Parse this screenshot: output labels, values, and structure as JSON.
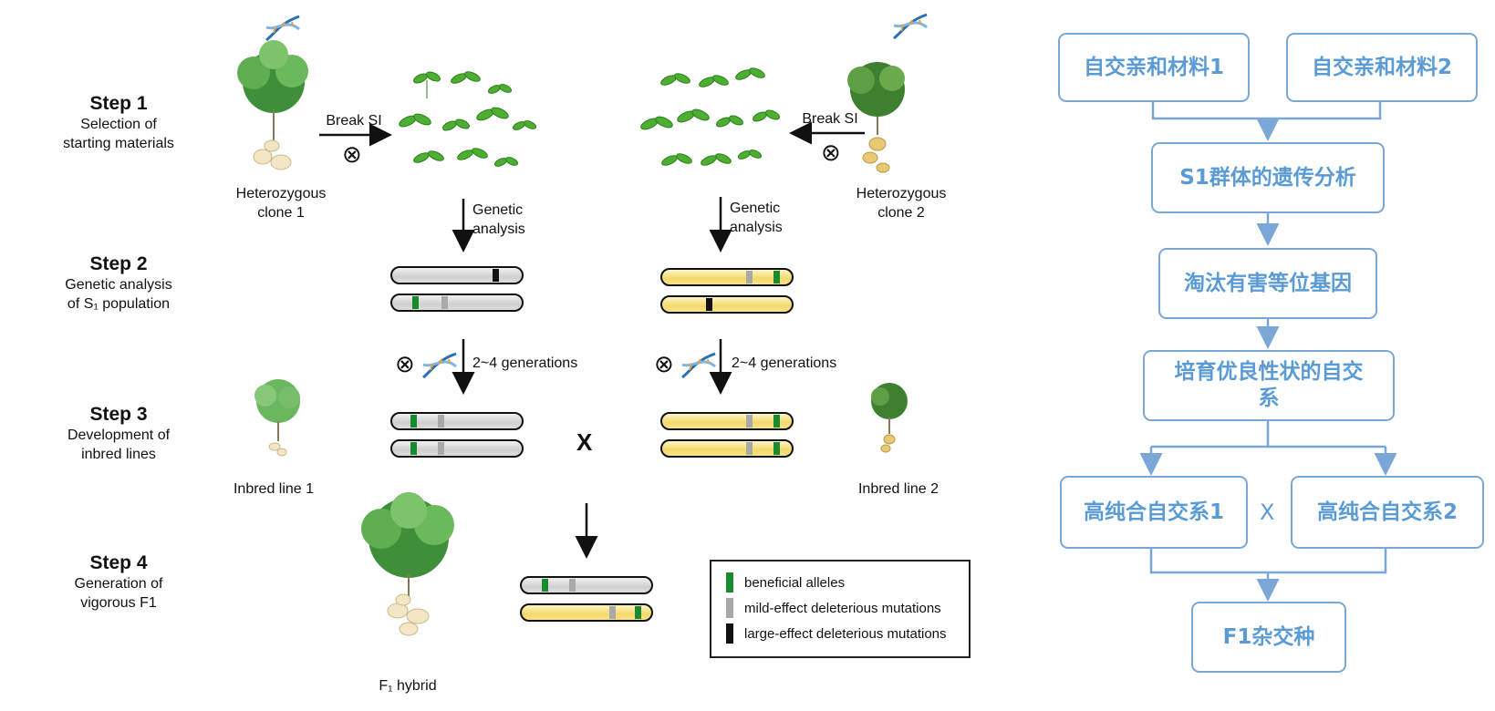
{
  "steps": [
    {
      "title": "Step 1",
      "subtitle": "Selection of\nstarting materials"
    },
    {
      "title": "Step 2",
      "subtitle": "Genetic analysis\nof S₁ population"
    },
    {
      "title": "Step 3",
      "subtitle": "Development of\ninbred lines"
    },
    {
      "title": "Step 4",
      "subtitle": "Generation of\nvigorous F1"
    }
  ],
  "labels": {
    "clone1": "Heterozygous\nclone 1",
    "clone2": "Heterozygous\nclone 2",
    "break_si": "Break SI",
    "genetic_analysis": "Genetic\nanalysis",
    "generations": "2~4 generations",
    "cross": "X",
    "inbred1": "Inbred line 1",
    "inbred2": "Inbred line 2",
    "f1_hybrid": "F₁ hybrid",
    "self_symbol": "⊗"
  },
  "legend": [
    {
      "label": "beneficial alleles",
      "color": "#1a8a2e"
    },
    {
      "label": "mild-effect deleterious mutations",
      "color": "#a9a9a9"
    },
    {
      "label": "large-effect deleterious mutations",
      "color": "#111111"
    }
  ],
  "flowchart": {
    "material1": "自交亲和材料1",
    "material2": "自交亲和材料2",
    "s1_analysis": "S1群体的遗传分析",
    "eliminate": "淘汰有害等位基因",
    "cultivate": "培育优良性状的自交\n系",
    "line1": "高纯合自交系1",
    "cross": "X",
    "line2": "高纯合自交系2",
    "f1": "F1杂交种"
  },
  "colors": {
    "flow_border": "#7aa7d8",
    "flow_text": "#5b9bd5",
    "beneficial": "#1a8a2e",
    "mild": "#a9a9a9",
    "large": "#111111"
  },
  "icons": [
    "dna-icon",
    "plant-icon",
    "seedling-icon",
    "self-cross-icon",
    "arrow-icon"
  ]
}
